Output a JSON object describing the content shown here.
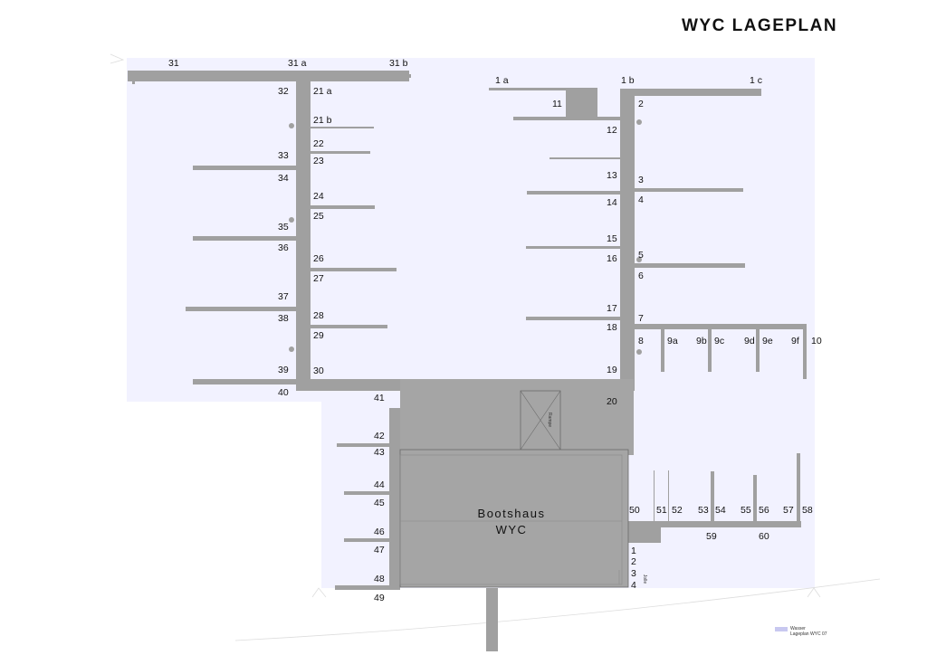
{
  "title": "WYC LAGEPLAN",
  "colors": {
    "water": "#f2f2ff",
    "dock": "#a0a0a0",
    "building": "#a5a5a5",
    "text": "#111111"
  },
  "building": {
    "line1": "Bootshaus",
    "line2": "WYC"
  },
  "ramp_label": "Rampe",
  "slip_label": "Jolle",
  "legend": {
    "line1": "Wasser",
    "line2": "Lageplan WYC 07"
  },
  "berths": [
    "31",
    "31 a",
    "31 b",
    "32",
    "21 a",
    "21 b",
    "22",
    "23",
    "24",
    "25",
    "26",
    "27",
    "28",
    "29",
    "30",
    "33",
    "34",
    "35",
    "36",
    "37",
    "38",
    "39",
    "40",
    "1 a",
    "1 b",
    "1 c",
    "11",
    "2",
    "12",
    "13",
    "3",
    "14",
    "4",
    "15",
    "16",
    "5",
    "6",
    "17",
    "18",
    "7",
    "8",
    "9a",
    "9b",
    "9c",
    "9d",
    "9e",
    "9f",
    "10",
    "19",
    "20",
    "41",
    "42",
    "43",
    "44",
    "45",
    "46",
    "47",
    "48",
    "49",
    "50",
    "51",
    "52",
    "53",
    "54",
    "55",
    "56",
    "57",
    "58",
    "59",
    "60",
    "1",
    "2",
    "3",
    "4"
  ]
}
